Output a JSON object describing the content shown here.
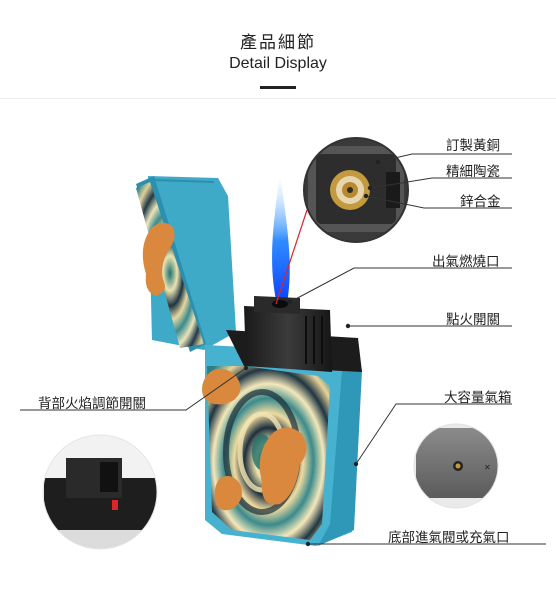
{
  "header": {
    "title_cn": "產品細節",
    "title_en": "Detail Display"
  },
  "callouts": {
    "copper_ring": "訂製黃銅",
    "ceramic": "精細陶瓷",
    "zinc_alloy": "鋅合金",
    "gas_outlet": "出氣燃燒口",
    "ignition_switch": "點火開關",
    "flame_adjust": "背部火焰調節開關",
    "gas_tank": "大容量氣箱",
    "refill_port": "底部進氣閥或充氣口"
  },
  "colors": {
    "lighter_body": "#47b3d1",
    "lighter_dark": "#2c93b3",
    "flame_blue": "#2f7fff",
    "leader_line": "#333333",
    "accent_red": "#d8262b"
  }
}
